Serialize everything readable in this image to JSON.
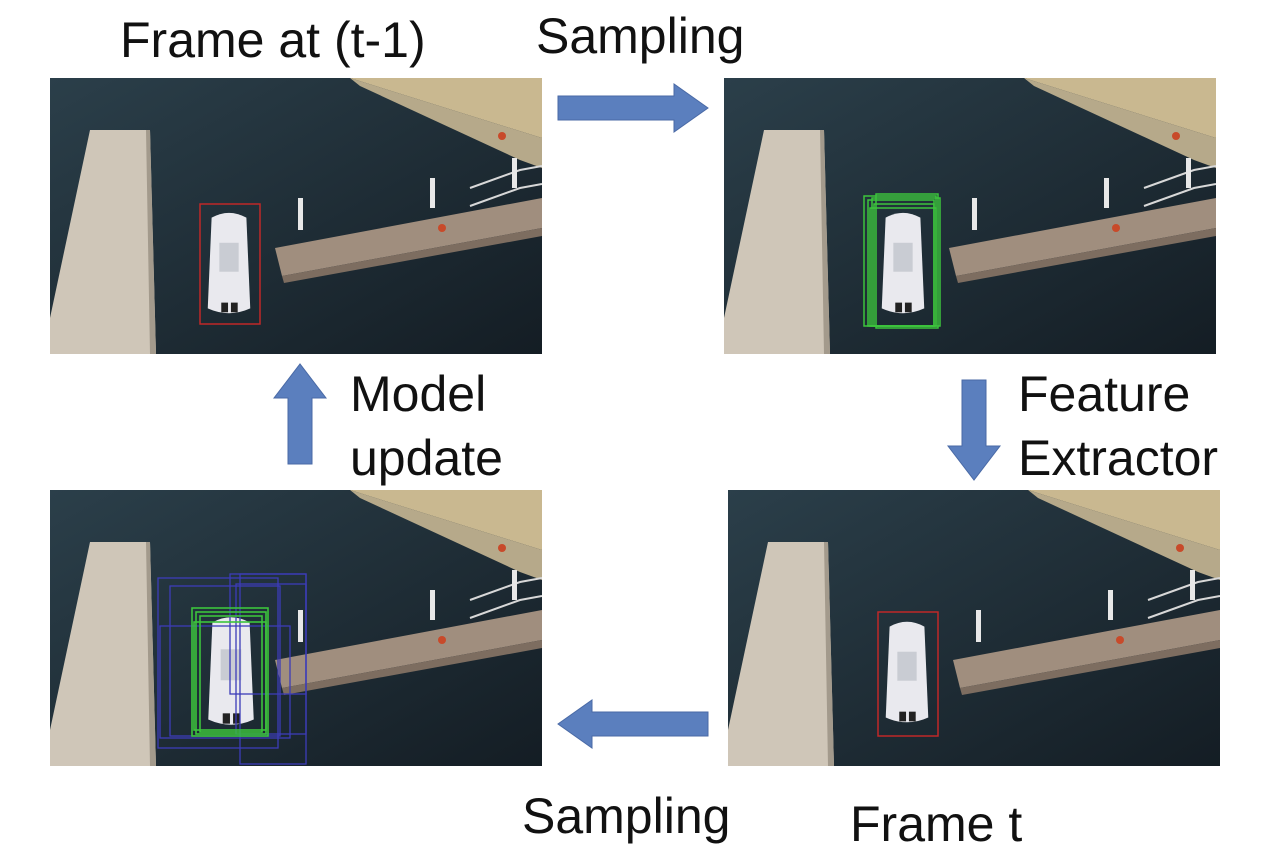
{
  "labels": {
    "frame_prev": "Frame at (t-1)",
    "sampling_top": "Sampling",
    "feature_line1": "Feature",
    "feature_line2": "Extractor",
    "model_line1": "Model",
    "model_line2": "update",
    "sampling_bottom": "Sampling",
    "frame_t": "Frame t"
  },
  "colors": {
    "arrow": "#5b7fbe",
    "water": "#1b2a33",
    "pier": "#cfc6b8",
    "dock": "#a08e7e",
    "box_red": "#c02828",
    "box_green": "#3cc43c",
    "box_blue": "#3c3cb8"
  }
}
